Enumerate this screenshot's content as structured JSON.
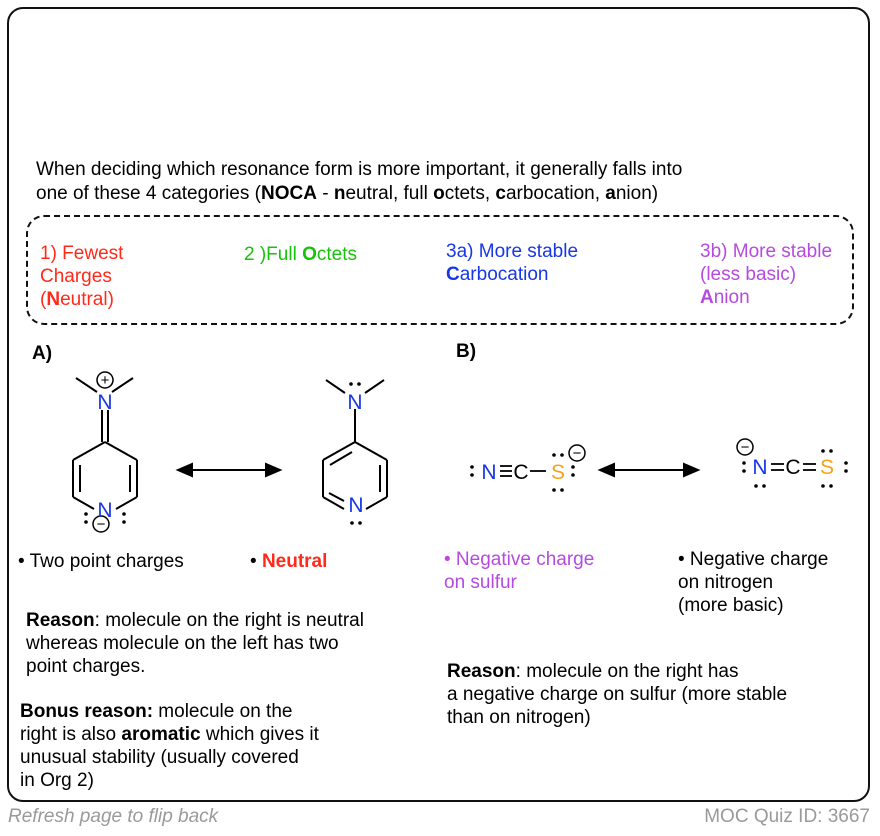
{
  "intro": {
    "line1": "When deciding which resonance form is more important, it generally falls into",
    "line2_pre": "one of these 4 categories (",
    "noca": "NOCA",
    "dash": " - ",
    "n": "n",
    "eutral": "eutral, full ",
    "o": "o",
    "ctets": "ctets, ",
    "c": "c",
    "arbocation": "arbocation, ",
    "a": "a",
    "nion": "nion)"
  },
  "categories": {
    "c1_line1": "1) Fewest",
    "c1_line2": "Charges",
    "c1_line3_pre": "(",
    "c1_line3_bold": "N",
    "c1_line3_post": "eutral)",
    "c2_pre": "2 )Full ",
    "c2_bold": "O",
    "c2_post": "ctets",
    "c3a_line1": "3a) More stable",
    "c3a_bold": "C",
    "c3a_post": "arbocation",
    "c3b_line1": "3b) More stable",
    "c3b_line2": "(less basic)",
    "c3b_bold": "A",
    "c3b_post": "nion"
  },
  "section_a": {
    "label": "A)",
    "left_note": "• Two point charges",
    "right_note_bullet": "• ",
    "right_note_bold": "Neutral",
    "reason_bold": "Reason",
    "reason_line1": ": molecule on the right is neutral",
    "reason_line2": "whereas molecule on the left has two",
    "reason_line3": "point charges.",
    "bonus_bold": "Bonus reason:",
    "bonus_line1": " molecule on the",
    "bonus_line2_pre": "right is also ",
    "bonus_line2_bold": "aromatic",
    "bonus_line2_post": " which gives it",
    "bonus_line3": "unusual stability (usually covered",
    "bonus_line4": "in Org 2)"
  },
  "section_b": {
    "label": "B)",
    "left_note_line1": "• Negative charge",
    "left_note_line2": "on sulfur",
    "right_note_line1": "• Negative charge",
    "right_note_line2": "on nitrogen",
    "right_note_line3": "(more basic)",
    "reason_bold": "Reason",
    "reason_line1": ": molecule on the right has",
    "reason_line2": "a negative charge on sulfur (more stable",
    "reason_line3": "than on nitrogen)"
  },
  "atoms": {
    "N": "N",
    "C": "C",
    "S": "S",
    "plus": "+",
    "minus": "−"
  },
  "footer": {
    "left": "Refresh page to flip back",
    "right": "MOC Quiz ID: 3667"
  },
  "colors": {
    "nitrogen": "#1736e8",
    "sulfur": "#f5a21a",
    "category1": "#ff2a1a",
    "category2": "#17c20a",
    "category3a": "#1736e8",
    "category3b": "#b64ae0"
  }
}
